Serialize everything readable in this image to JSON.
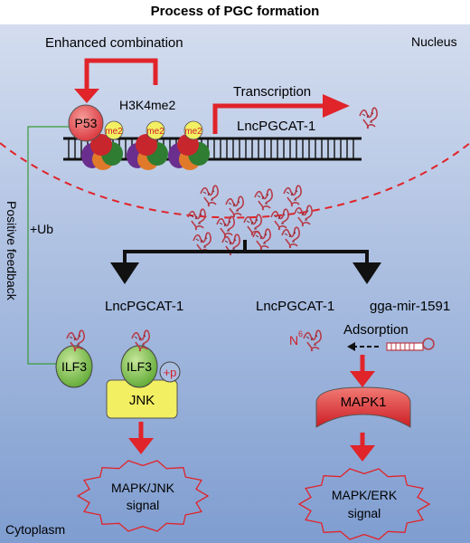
{
  "title": "Process of PGC formation",
  "labels": {
    "nucleus": "Nucleus",
    "cytoplasm": "Cytoplasm",
    "enhanced": "Enhanced combination",
    "h3k4me2": "H3K4me2",
    "transcription": "Transcription",
    "lnc_gene": "LncPGCAT-1",
    "p53": "P53",
    "me2": "me2",
    "positive_feedback": "Positive feedback",
    "ub": "+Ub",
    "lnc_left": "LncPGCAT-1",
    "lnc_right": "LncPGCAT-1",
    "mir": "gga-mir-1591",
    "n": "N",
    "n_sup": "6",
    "adsorption": "Adsorption",
    "ilf3": "ILF3",
    "p": "+p",
    "jnk": "JNK",
    "mapk1": "MAPK1",
    "sig_left_1": "MAPK/JNK",
    "sig_left_2": "signal",
    "sig_right_1": "MAPK/ERK",
    "sig_right_2": "signal"
  },
  "colors": {
    "bg_top": "#c9d6ea",
    "bg_bottom": "#8fa9d6",
    "red": "#e0242a",
    "green": "#7cc04a",
    "yellow": "#f2ef62",
    "black": "#111111"
  }
}
